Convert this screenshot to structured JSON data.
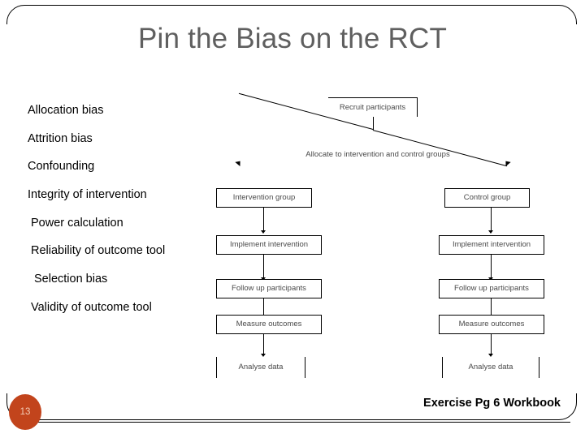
{
  "slide": {
    "title": "Pin the Bias on the RCT"
  },
  "bias_list": {
    "items": [
      {
        "label": "Allocation bias",
        "indent": 0
      },
      {
        "label": "Attrition bias",
        "indent": 0
      },
      {
        "label": "Confounding",
        "indent": 0
      },
      {
        "label": "Integrity of intervention",
        "indent": 0
      },
      {
        "label": "Power calculation",
        "indent": 1
      },
      {
        "label": "Reliability of outcome tool",
        "indent": 1
      },
      {
        "label": "Selection bias",
        "indent": 2
      },
      {
        "label": "Validity of outcome tool",
        "indent": 1
      }
    ]
  },
  "flowchart": {
    "recruit": "Recruit participants",
    "allocate": "Allocate to intervention and control groups",
    "intervention_group": "Intervention group",
    "control_group": "Control group",
    "left": {
      "implement": "Implement intervention",
      "follow_up": "Follow up participants",
      "measure": "Measure outcomes",
      "analyse": "Analyse data"
    },
    "right": {
      "implement": "Implement intervention",
      "follow_up": "Follow up participants",
      "measure": "Measure outcomes",
      "analyse": "Analyse data"
    }
  },
  "footer": {
    "page_number": "13",
    "note": "Exercise Pg 6 Workbook"
  },
  "colors": {
    "title": "#5f5f5f",
    "badge": "#c2441c",
    "badge_text": "#f3cdb8",
    "node_text": "#4a4a4a",
    "line": "#000000"
  }
}
